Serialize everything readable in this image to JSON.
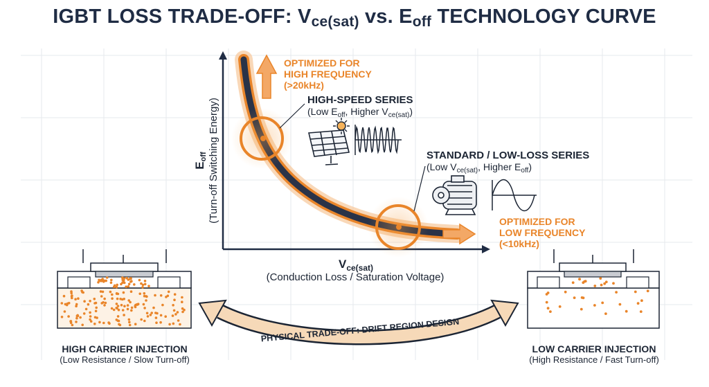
{
  "title": {
    "main": "IGBT LOSS TRADE-OFF: V",
    "sub1": "ce(sat)",
    "mid": " vs. E",
    "sub2": "off",
    "end": " TECHNOLOGY CURVE"
  },
  "y_axis": {
    "symbol": "E",
    "symbol_sub": "off",
    "desc": "(Turn-off Switching Energy)"
  },
  "x_axis": {
    "symbol": "V",
    "symbol_sub": "ce(sat)",
    "desc": "(Conduction Loss / Saturation Voltage)"
  },
  "high_freq": {
    "line1": "OPTIMIZED FOR",
    "line2": "HIGH FREQUENCY",
    "line3": "(>20kHz)"
  },
  "low_freq": {
    "line1": "OPTIMIZED FOR",
    "line2": "LOW FREQUENCY",
    "line3": "(<10kHz)"
  },
  "high_speed": {
    "name": "HIGH-SPEED SERIES",
    "d1": "(Low E",
    "d1s": "off",
    "d2": ", Higher V",
    "d2s": "ce(sat)",
    "d3": ")"
  },
  "standard": {
    "name": "STANDARD / LOW-LOSS SERIES",
    "d1": "(Low V",
    "d1s": "ce(sat)",
    "d2": ", Higher E",
    "d2s": "off",
    "d3": ")"
  },
  "left_device": {
    "title": "HIGH CARRIER INJECTION",
    "desc": "(Low Resistance / Slow Turn-off)"
  },
  "right_device": {
    "title": "LOW CARRIER INJECTION",
    "desc": "(High Resistance / Fast Turn-off)"
  },
  "trade_off": "PHYSICAL TRADE-OFF: DRIFT REGION DESIGN",
  "colors": {
    "accent": "#e9852a",
    "navy": "#1f2c44",
    "curve": "#2a3348",
    "grid": "#e6e8ec"
  },
  "icons": [
    "solar-panel-icon",
    "sun-icon",
    "high-frequency-wave-icon",
    "electric-motor-icon",
    "low-frequency-wave-icon"
  ]
}
